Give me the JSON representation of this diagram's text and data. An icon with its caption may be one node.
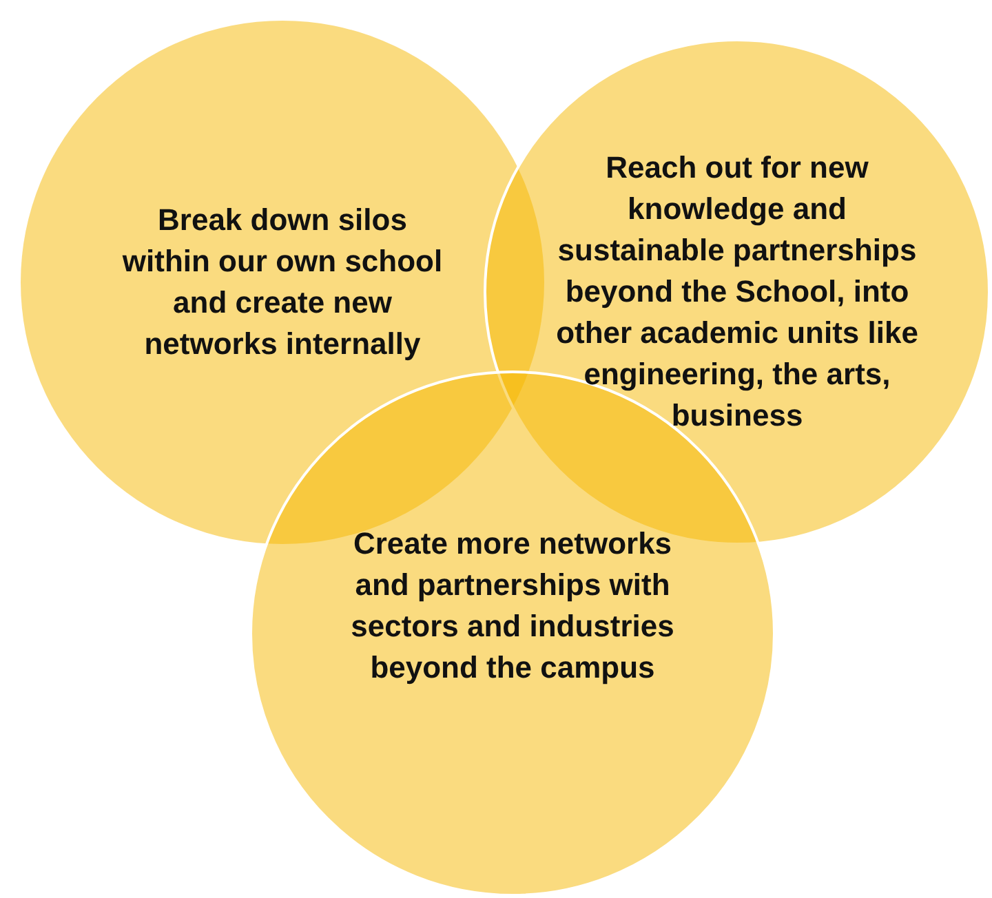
{
  "diagram": {
    "nodes": [
      {
        "text": [
          "Break down silos within our own school and create new networks internally"
        ]
      },
      {
        "text": [
          "Reach out for new knowledge and sustainable partnerships beyond the School, into other academic units like engineering, the arts, business"
        ]
      },
      {
        "text": [
          "Create more networks and partnerships with sectors and industries beyond the campus"
        ]
      }
    ]
  }
}
